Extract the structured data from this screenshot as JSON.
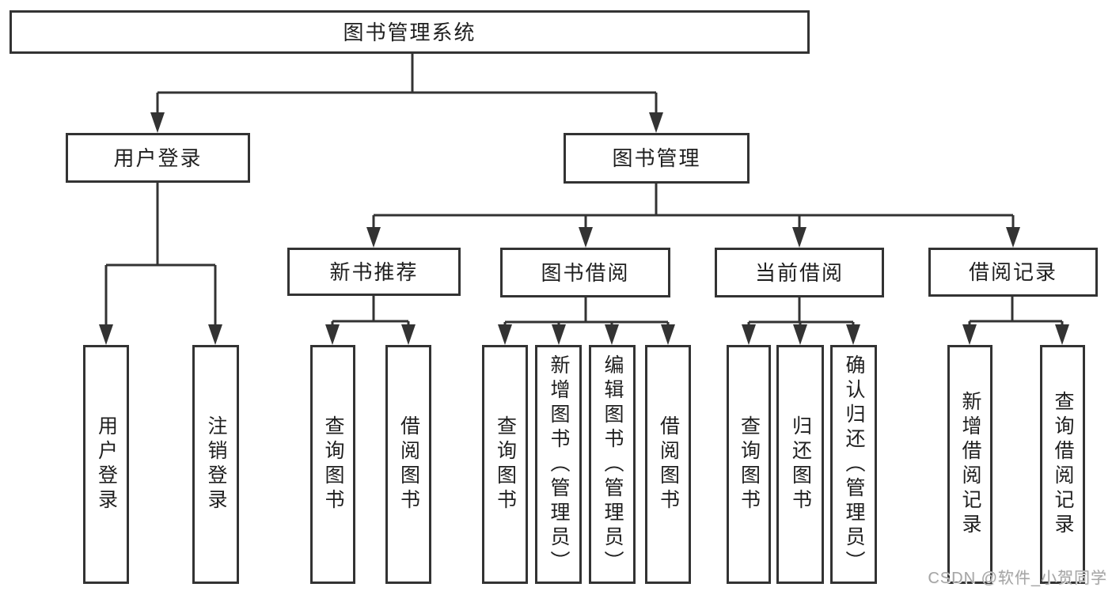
{
  "colors": {
    "line": "#333333",
    "box_border": "#333333",
    "text": "#1f1f1f",
    "background": "#ffffff",
    "watermark_text": "#a5a5a5"
  },
  "watermark": "CSDN @软件_小贺同学",
  "tree": {
    "label": "图书管理系统",
    "children": [
      {
        "label": "用户登录",
        "children": [
          {
            "label": "用户登录"
          },
          {
            "label": "注销登录"
          }
        ]
      },
      {
        "label": "图书管理",
        "children": [
          {
            "label": "新书推荐",
            "children": [
              {
                "label": "查询图书"
              },
              {
                "label": "借阅图书"
              }
            ]
          },
          {
            "label": "图书借阅",
            "children": [
              {
                "label": "查询图书"
              },
              {
                "label": "新增图书（管理员）"
              },
              {
                "label": "编辑图书（管理员）"
              },
              {
                "label": "借阅图书"
              }
            ]
          },
          {
            "label": "当前借阅",
            "children": [
              {
                "label": "查询图书"
              },
              {
                "label": "归还图书"
              },
              {
                "label": "确认归还（管理员）"
              }
            ]
          },
          {
            "label": "借阅记录",
            "children": [
              {
                "label": "新增借阅记录"
              },
              {
                "label": "查询借阅记录"
              }
            ]
          }
        ]
      }
    ]
  }
}
